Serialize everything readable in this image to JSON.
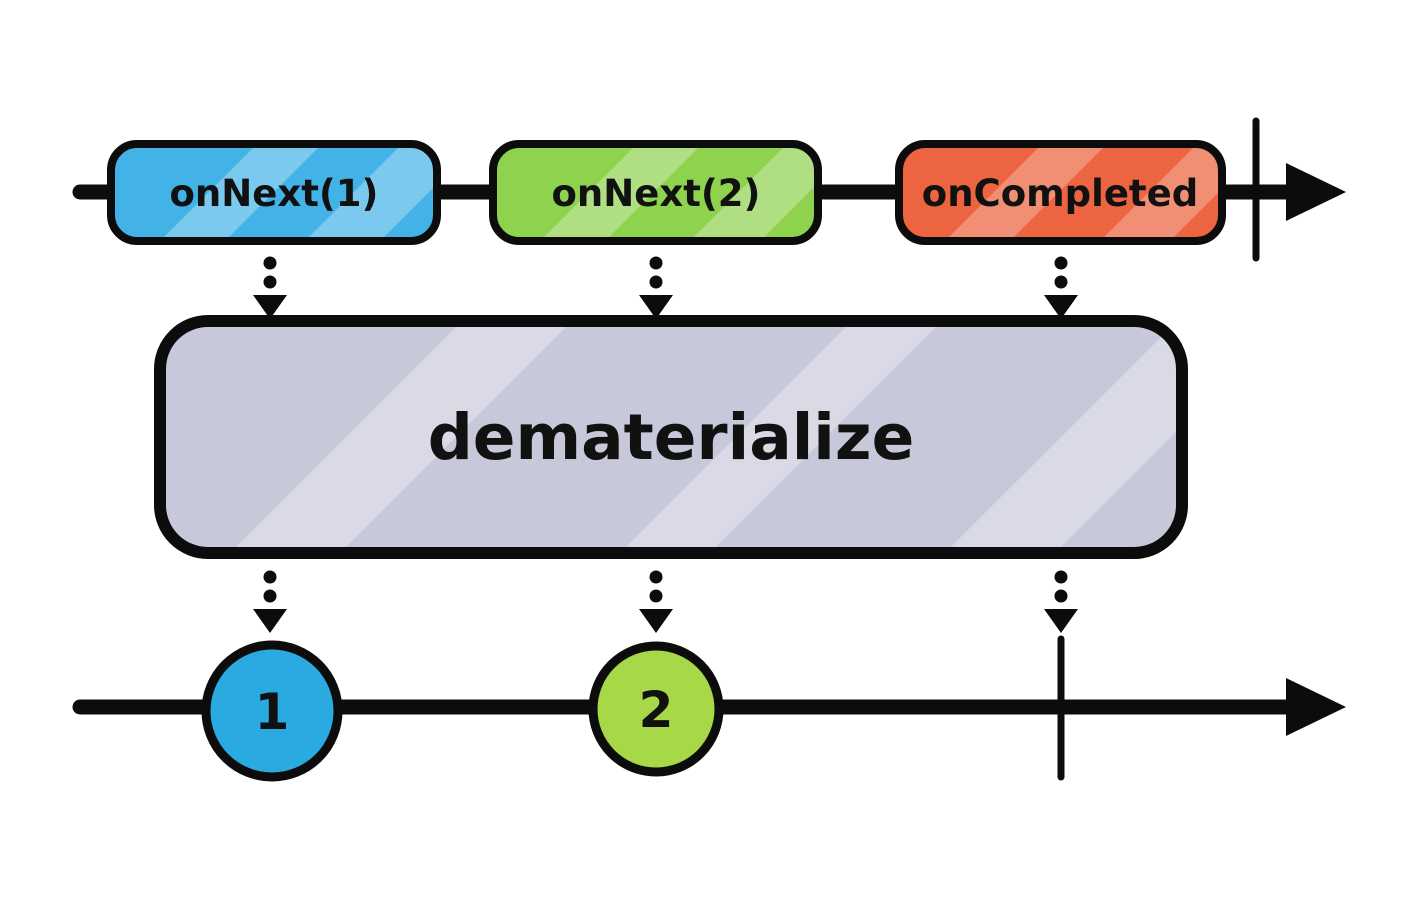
{
  "operator": {
    "label": "dematerialize",
    "fill": "#c7c9da",
    "stripe_color": "#ffffff"
  },
  "source_timeline": {
    "events": [
      {
        "type": "onNext",
        "label": "onNext(1)",
        "color": "#43b2e7"
      },
      {
        "type": "onNext",
        "label": "onNext(2)",
        "color": "#8fd24e"
      },
      {
        "type": "onCompleted",
        "label": "onCompleted",
        "color": "#ec6440"
      }
    ],
    "completed": true
  },
  "output_timeline": {
    "events": [
      {
        "label": "1",
        "color": "#2ba9e1"
      },
      {
        "label": "2",
        "color": "#a6d847"
      }
    ],
    "completed": true
  },
  "colors": {
    "line": "#0c0c0c",
    "text": "#111111"
  }
}
